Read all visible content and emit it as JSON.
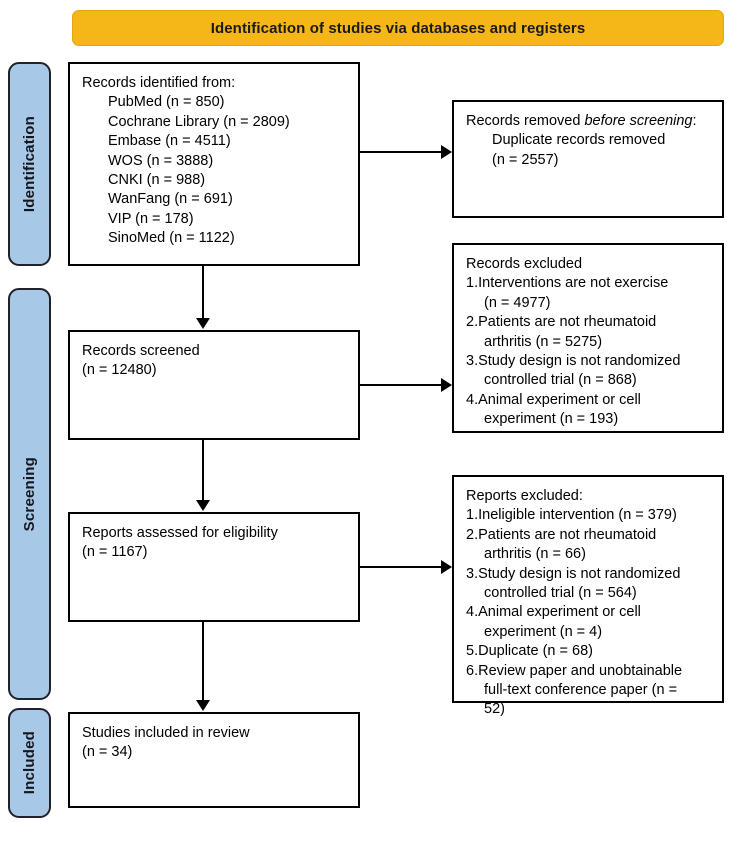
{
  "banner": {
    "title": "Identification of studies via databases and registers"
  },
  "stages": [
    {
      "id": "identification",
      "label": "Identification"
    },
    {
      "id": "screening",
      "label": "Screening"
    },
    {
      "id": "included",
      "label": "Included"
    }
  ],
  "boxes": {
    "identified": {
      "title": "Records identified from:",
      "items": [
        "PubMed (n = 850)",
        "Cochrane Library (n = 2809)",
        "Embase (n = 4511)",
        "WOS (n = 3888)",
        "CNKI (n = 988)",
        "WanFang (n = 691)",
        "VIP (n = 178)",
        "SinoMed (n = 1122)"
      ]
    },
    "removed": {
      "title_pre": "Records removed ",
      "title_em": "before screening",
      "title_post": ":",
      "items": [
        "Duplicate records removed",
        "(n = 2557)"
      ]
    },
    "screened": {
      "line1": "Records screened",
      "line2": "(n = 12480)"
    },
    "excluded_records": {
      "title": "Records excluded",
      "items": [
        "Interventions are not exercise\n(n = 4977)",
        "Patients are not rheumatoid\narthritis (n = 5275)",
        "Study design is not randomized\ncontrolled trial (n = 868)",
        "Animal experiment or cell\nexperiment (n = 193)"
      ]
    },
    "eligibility": {
      "line1": "Reports assessed for eligibility",
      "line2": "(n = 1167)"
    },
    "excluded_reports": {
      "title": "Reports excluded:",
      "items": [
        "Ineligible intervention (n = 379)",
        "Patients are not rheumatoid\narthritis (n = 66)",
        "Study design is not randomized\ncontrolled trial (n = 564)",
        "Animal experiment or cell\nexperiment (n = 4)",
        "Duplicate (n = 68)",
        "Review paper and unobtainable\nfull-text conference paper (n =\n52)"
      ]
    },
    "included": {
      "line1": "Studies included in review",
      "line2": "(n = 34)"
    }
  },
  "colors": {
    "banner_fill": "#F5B618",
    "stage_fill": "#A8C8E8",
    "stroke": "#000000"
  }
}
